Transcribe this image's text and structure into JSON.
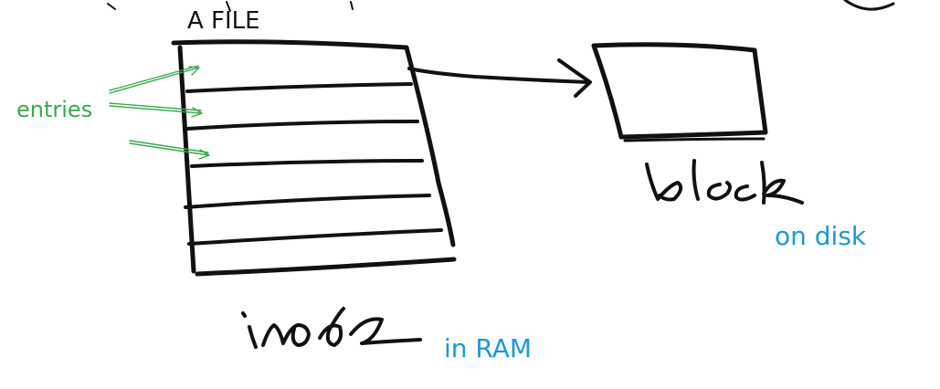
{
  "title": "A FILE",
  "inode": {
    "handwritten_label": "inode",
    "location": "in RAM",
    "entry_count": 6
  },
  "block": {
    "handwritten_label": "block",
    "location": "on disk"
  },
  "entries_label": "entries",
  "colors": {
    "ink": "#111111",
    "green": "#3aaa4a",
    "blue": "#1a9ad6"
  }
}
